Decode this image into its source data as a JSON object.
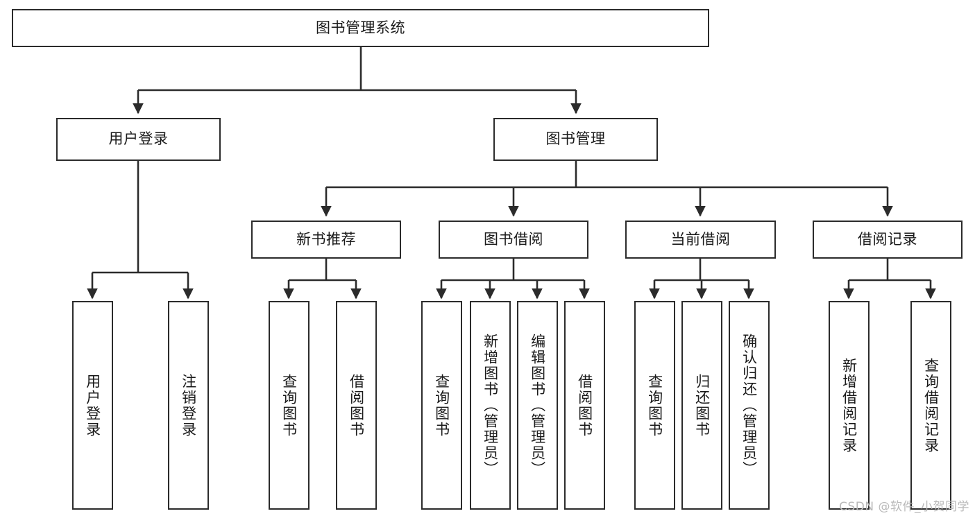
{
  "diagram": {
    "title": "图书管理系统",
    "watermark": "CSDN @软件_小贺同学",
    "line_color": "#2b2b2b",
    "box_fill": "#ffffff",
    "text_color": "#1a1a1a",
    "nodes": {
      "root": "图书管理系统",
      "user_login": "用户登录",
      "book_manage": "图书管理",
      "new_book_rec": "新书推荐",
      "book_borrow": "图书借阅",
      "current_borrow": "当前借阅",
      "borrow_record": "借阅记录",
      "leaf_user_login": "用户登录",
      "leaf_logout_login": "注销登录",
      "leaf_query_book_1": "查询图书",
      "leaf_borrow_book_1": "借阅图书",
      "leaf_query_book_2": "查询图书",
      "leaf_add_book_admin": "新增图书（管理员）",
      "leaf_edit_book_admin": "编辑图书（管理员）",
      "leaf_borrow_book_2": "借阅图书",
      "leaf_query_book_3": "查询图书",
      "leaf_return_book": "归还图书",
      "leaf_confirm_return_admin": "确认归还（管理员）",
      "leaf_add_borrow_record": "新增借阅记录",
      "leaf_query_borrow_record": "查询借阅记录"
    }
  },
  "chart_data": {
    "type": "tree-diagram",
    "title": "图书管理系统",
    "levels": [
      {
        "level": 1,
        "items": [
          "图书管理系统"
        ]
      },
      {
        "level": 2,
        "items": [
          "用户登录",
          "图书管理"
        ]
      },
      {
        "level": 3,
        "items": [
          "新书推荐",
          "图书借阅",
          "当前借阅",
          "借阅记录"
        ]
      },
      {
        "level": 4,
        "items": [
          "用户登录",
          "注销登录",
          "查询图书",
          "借阅图书",
          "查询图书",
          "新增图书（管理员）",
          "编辑图书（管理员）",
          "借阅图书",
          "查询图书",
          "归还图书",
          "确认归还（管理员）",
          "新增借阅记录",
          "查询借阅记录"
        ]
      }
    ],
    "edges": [
      {
        "from": "图书管理系统",
        "to": "用户登录"
      },
      {
        "from": "图书管理系统",
        "to": "图书管理"
      },
      {
        "from": "用户登录",
        "to": "用户登录"
      },
      {
        "from": "用户登录",
        "to": "注销登录"
      },
      {
        "from": "图书管理",
        "to": "新书推荐"
      },
      {
        "from": "图书管理",
        "to": "图书借阅"
      },
      {
        "from": "图书管理",
        "to": "当前借阅"
      },
      {
        "from": "图书管理",
        "to": "借阅记录"
      },
      {
        "from": "新书推荐",
        "to": "查询图书"
      },
      {
        "from": "新书推荐",
        "to": "借阅图书"
      },
      {
        "from": "图书借阅",
        "to": "查询图书"
      },
      {
        "from": "图书借阅",
        "to": "新增图书（管理员）"
      },
      {
        "from": "图书借阅",
        "to": "编辑图书（管理员）"
      },
      {
        "from": "图书借阅",
        "to": "借阅图书"
      },
      {
        "from": "当前借阅",
        "to": "查询图书"
      },
      {
        "from": "当前借阅",
        "to": "归还图书"
      },
      {
        "from": "当前借阅",
        "to": "确认归还（管理员）"
      },
      {
        "from": "借阅记录",
        "to": "新增借阅记录"
      },
      {
        "from": "借阅记录",
        "to": "查询借阅记录"
      }
    ]
  }
}
